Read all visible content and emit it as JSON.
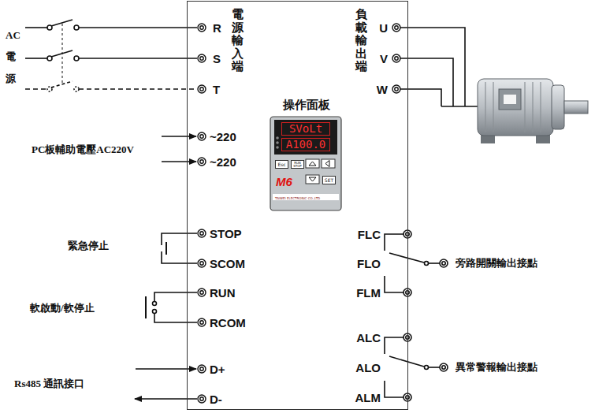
{
  "diagram": {
    "nodes": [
      {
        "text": [
          "電源輸入端",
          "負載輸出端"
        ]
      },
      {
        "text": [
          "操作面板",
          "SVoLt",
          "A100.0",
          "Esc",
          "RUN STOP",
          "M6",
          "SET",
          "TAIWEI ELECTRONIC CO.,LTD"
        ],
        "in": 0
      }
    ],
    "labels": [
      "R",
      "S",
      "T",
      "~220",
      "~220",
      "STOP",
      "SCOM",
      "RUN",
      "RCOM",
      "D+",
      "D-",
      "U",
      "V",
      "W",
      "FLC",
      "FLO",
      "FLM",
      "ALC",
      "ALO",
      "ALM",
      "AC 電源",
      "PC板輔助電壓AC220V",
      "緊急停止",
      "軟啟動/軟停止",
      "Rs485 通訊接口",
      "旁路開關輸出接點",
      "異常警報輸出接點"
    ]
  }
}
